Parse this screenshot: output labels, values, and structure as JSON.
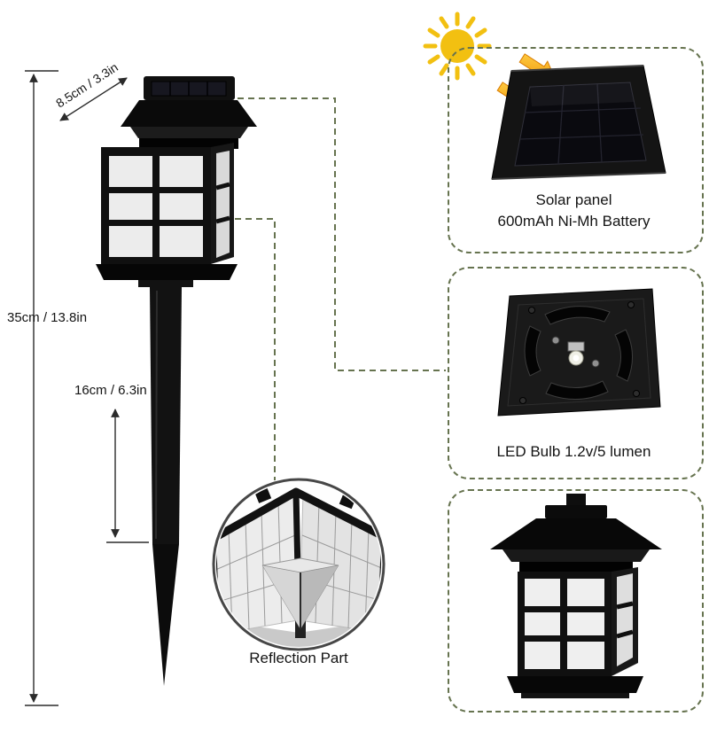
{
  "dimensions": {
    "top_width": "8.5cm / 3.3in",
    "total_height": "35cm / 13.8in",
    "stake_height": "16cm / 6.3in"
  },
  "callouts": {
    "solar_panel": {
      "title": "Solar panel",
      "subtitle": "600mAh Ni-Mh Battery"
    },
    "led_bulb": {
      "label": "LED Bulb 1.2v/5 lumen"
    },
    "reflection": {
      "label": "Reflection Part"
    }
  },
  "icons": {
    "sun": "sun-icon",
    "energy_arrows": "solar-energy-arrows-icon",
    "zoom_circle": "reflection-zoom-circle"
  },
  "colors": {
    "callout_border": "#66734f",
    "sun": "#f2c011",
    "arrow_start": "#ffd24a",
    "arrow_end": "#ef8f00",
    "product_black": "#111111",
    "background": "#ffffff"
  }
}
